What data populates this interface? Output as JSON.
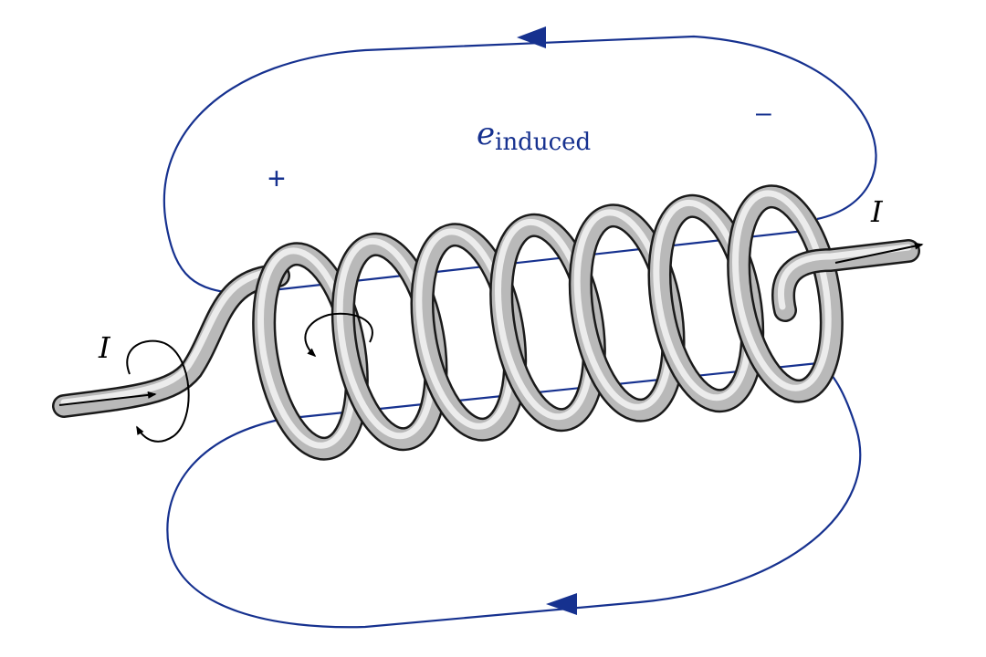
{
  "labels": {
    "emf_symbol": "e",
    "emf_subscript": "induced",
    "plus_sign": "+",
    "minus_sign": "–",
    "current_in": "I",
    "current_out": "I"
  },
  "colors": {
    "field": "#16318f",
    "wire": "#b9b9b9",
    "wire_outline": "#1a1a1a",
    "arrow": "#000000"
  },
  "icons": {
    "field_arrow": "filled-triangle-arrowhead",
    "current_arrow": "line-arrowhead",
    "rotation_arrow": "curved-arrow"
  }
}
